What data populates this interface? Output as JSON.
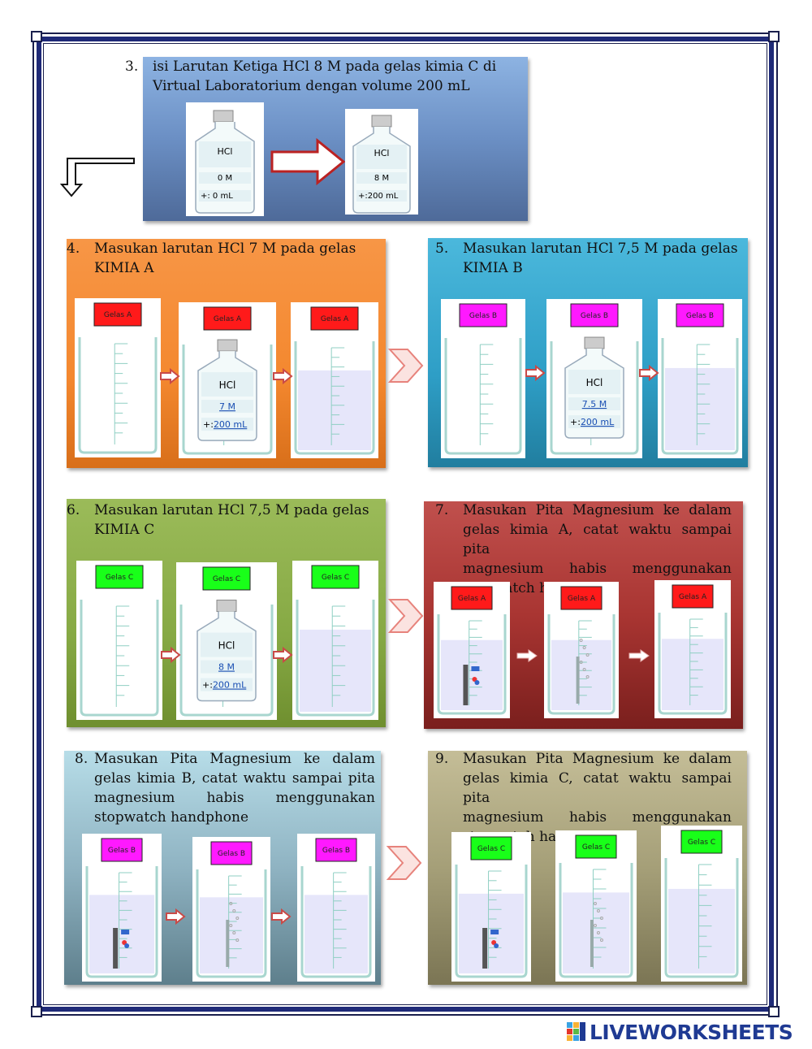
{
  "step3": {
    "num": "3.",
    "text": "isi Larutan Ketiga HCl 8 M pada gelas kimia C di Virtual Laboratorium dengan volume 200 mL",
    "bottle_before": {
      "name": "HCl",
      "conc": "0 M",
      "vol": "+: 0 mL"
    },
    "bottle_after": {
      "name": "HCl",
      "conc": "8 M",
      "vol": "+:200 mL"
    }
  },
  "step4": {
    "num": "4.",
    "text": "Masukan larutan HCl 7 M pada gelas KIMIA A",
    "label": "Gelas A",
    "bottle": {
      "name": "HCl",
      "conc": "7 M",
      "vol_prefix": "+:",
      "vol": "200 mL"
    }
  },
  "step5": {
    "num": "5.",
    "text": "Masukan larutan HCl 7,5 M pada gelas KIMIA B",
    "label": "Gelas B",
    "bottle": {
      "name": "HCl",
      "conc": "7.5 M",
      "vol_prefix": "+:",
      "vol": "200 mL"
    }
  },
  "step6": {
    "num": "6.",
    "text": "Masukan larutan HCl 7,5 M pada gelas KIMIA C",
    "label": "Gelas C",
    "bottle": {
      "name": "HCl",
      "conc": "8 M",
      "vol_prefix": "+:",
      "vol": "200 mL"
    }
  },
  "step7": {
    "num": "7.",
    "line1": "Masukan Pita Magnesium ke dalam",
    "line2": "gelas kimia A, catat waktu sampai pita",
    "line3": "magnesium habis menggunakan",
    "line4": "stopwatch handphone",
    "label": "Gelas A"
  },
  "step8": {
    "num": "8.",
    "line1": "Masukan Pita Magnesium ke dalam",
    "line2": "gelas kimia B, catat waktu sampai pita",
    "line3": "magnesium habis menggunakan",
    "line4": "stopwatch handphone",
    "label": "Gelas B"
  },
  "step9": {
    "num": "9.",
    "line1": "Masukan Pita Magnesium ke dalam",
    "line2": "gelas kimia C, catat waktu sampai pita",
    "line3": "magnesium habis menggunakan",
    "line4": "stopwatch handphone",
    "label": "Gelas C"
  },
  "brand": {
    "text": "LIVEWORKSHEETS"
  },
  "colors": {
    "red_label": "#ff1a1a",
    "magenta_label": "#ff19ff",
    "green_label": "#19ff19",
    "liquid": "#e6e6fa",
    "arrow": "#d9534f"
  }
}
